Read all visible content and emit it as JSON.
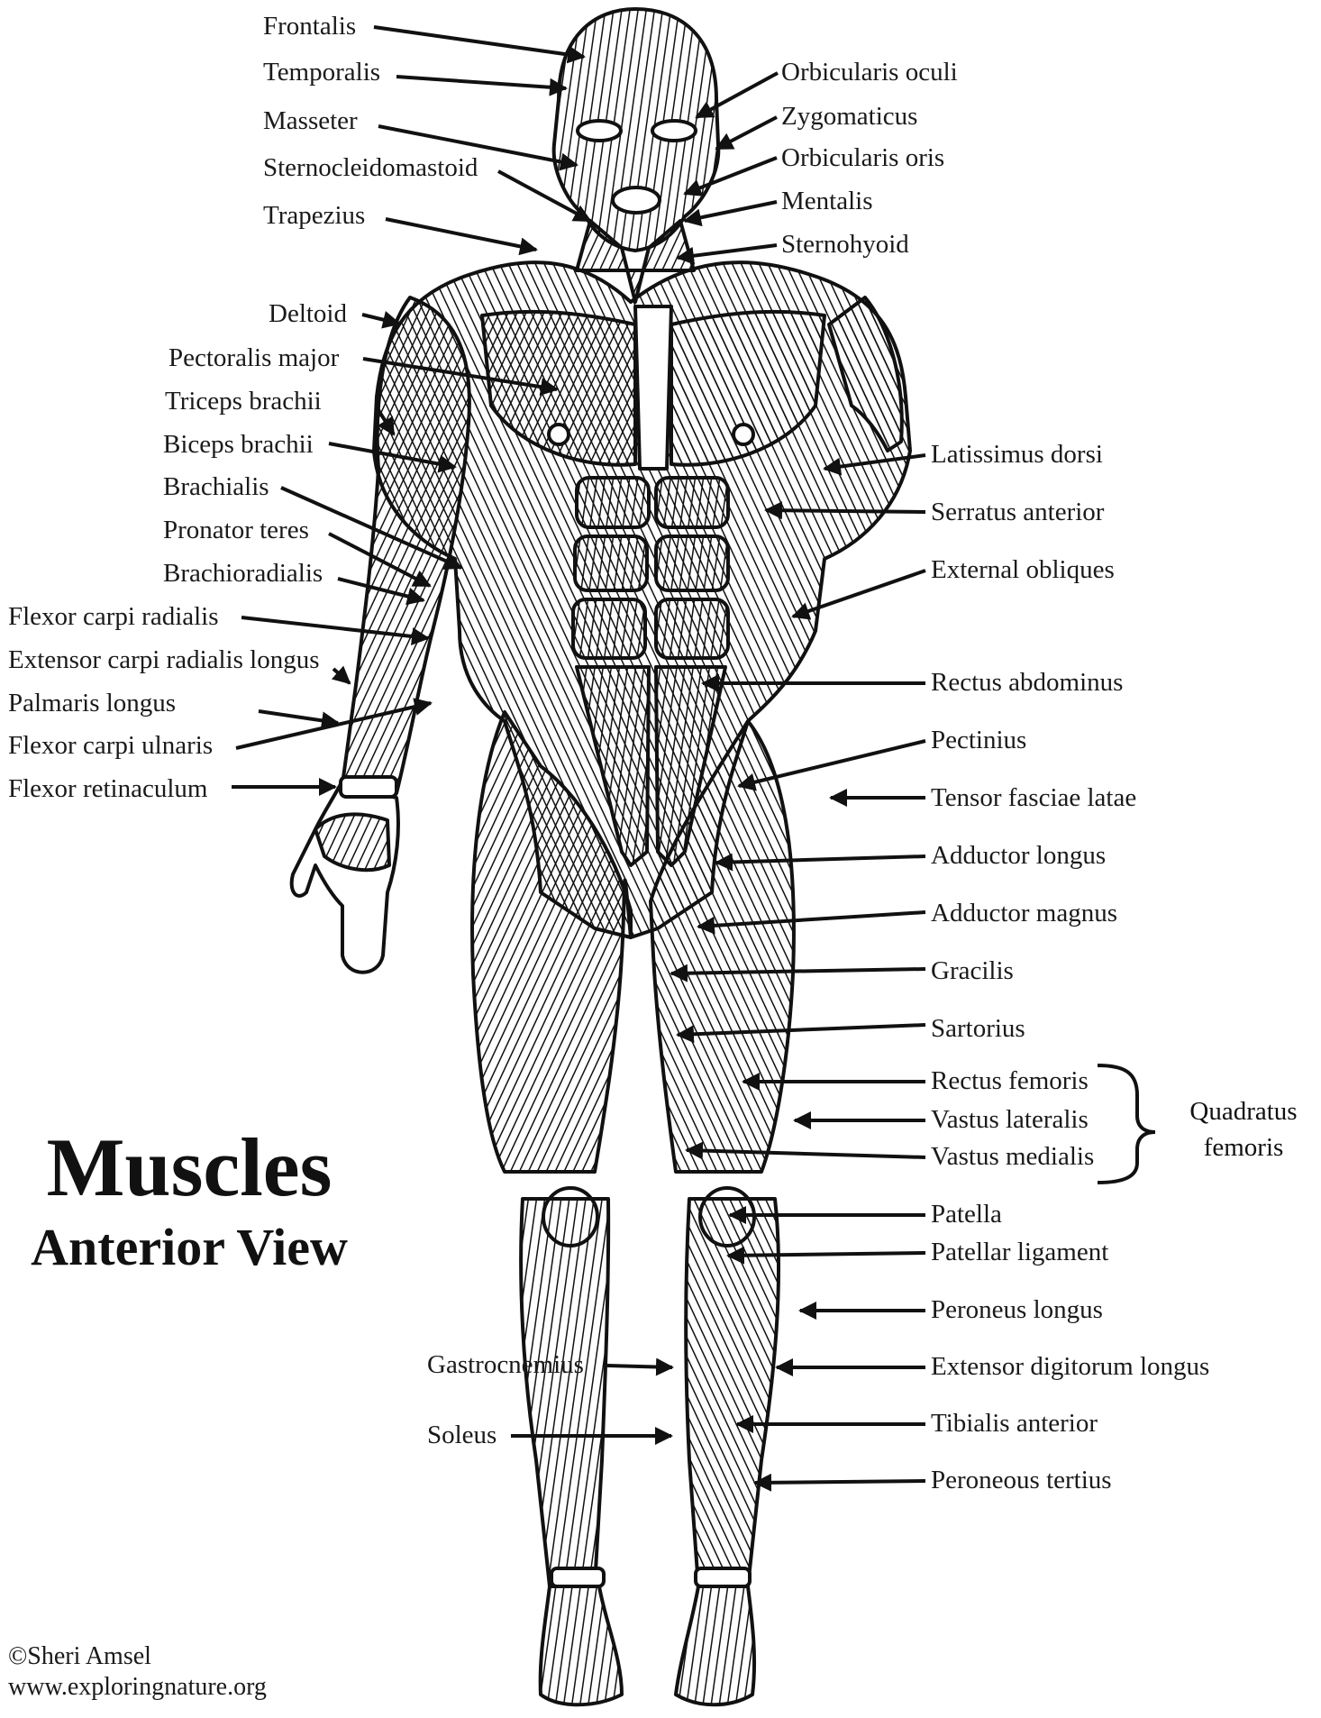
{
  "title": "Muscles",
  "subtitle": "Anterior View",
  "credit": {
    "author": "©Sheri Amsel",
    "website": "www.exploringnature.org"
  },
  "group_label": {
    "line1": "Quadratus",
    "line2": "femoris"
  },
  "labels_left": [
    "Frontalis",
    "Temporalis",
    "Masseter",
    "Sternocleidomastoid",
    "Trapezius",
    "Deltoid",
    "Pectoralis major",
    "Triceps brachii",
    "Biceps brachii",
    "Brachialis",
    "Pronator teres",
    "Brachioradialis",
    "Flexor carpi radialis",
    "Extensor carpi radialis longus",
    "Palmaris longus",
    "Flexor carpi ulnaris",
    "Flexor retinaculum"
  ],
  "labels_right": [
    "Orbicularis oculi",
    "Zygomaticus",
    "Orbicularis oris",
    "Mentalis",
    "Sternohyoid",
    "Latissimus dorsi",
    "Serratus anterior",
    "External obliques",
    "Rectus abdominus",
    "Pectinius",
    "Tensor fasciae latae",
    "Adductor longus",
    "Adductor magnus",
    "Gracilis",
    "Sartorius",
    "Rectus femoris",
    "Vastus lateralis",
    "Vastus medialis",
    "Patella",
    "Patellar ligament",
    "Peroneus longus",
    "Extensor digitorum longus",
    "Tibialis anterior",
    "Peroneous tertius"
  ],
  "labels_lower_left": [
    "Gastrocnemius",
    "Soleus"
  ]
}
